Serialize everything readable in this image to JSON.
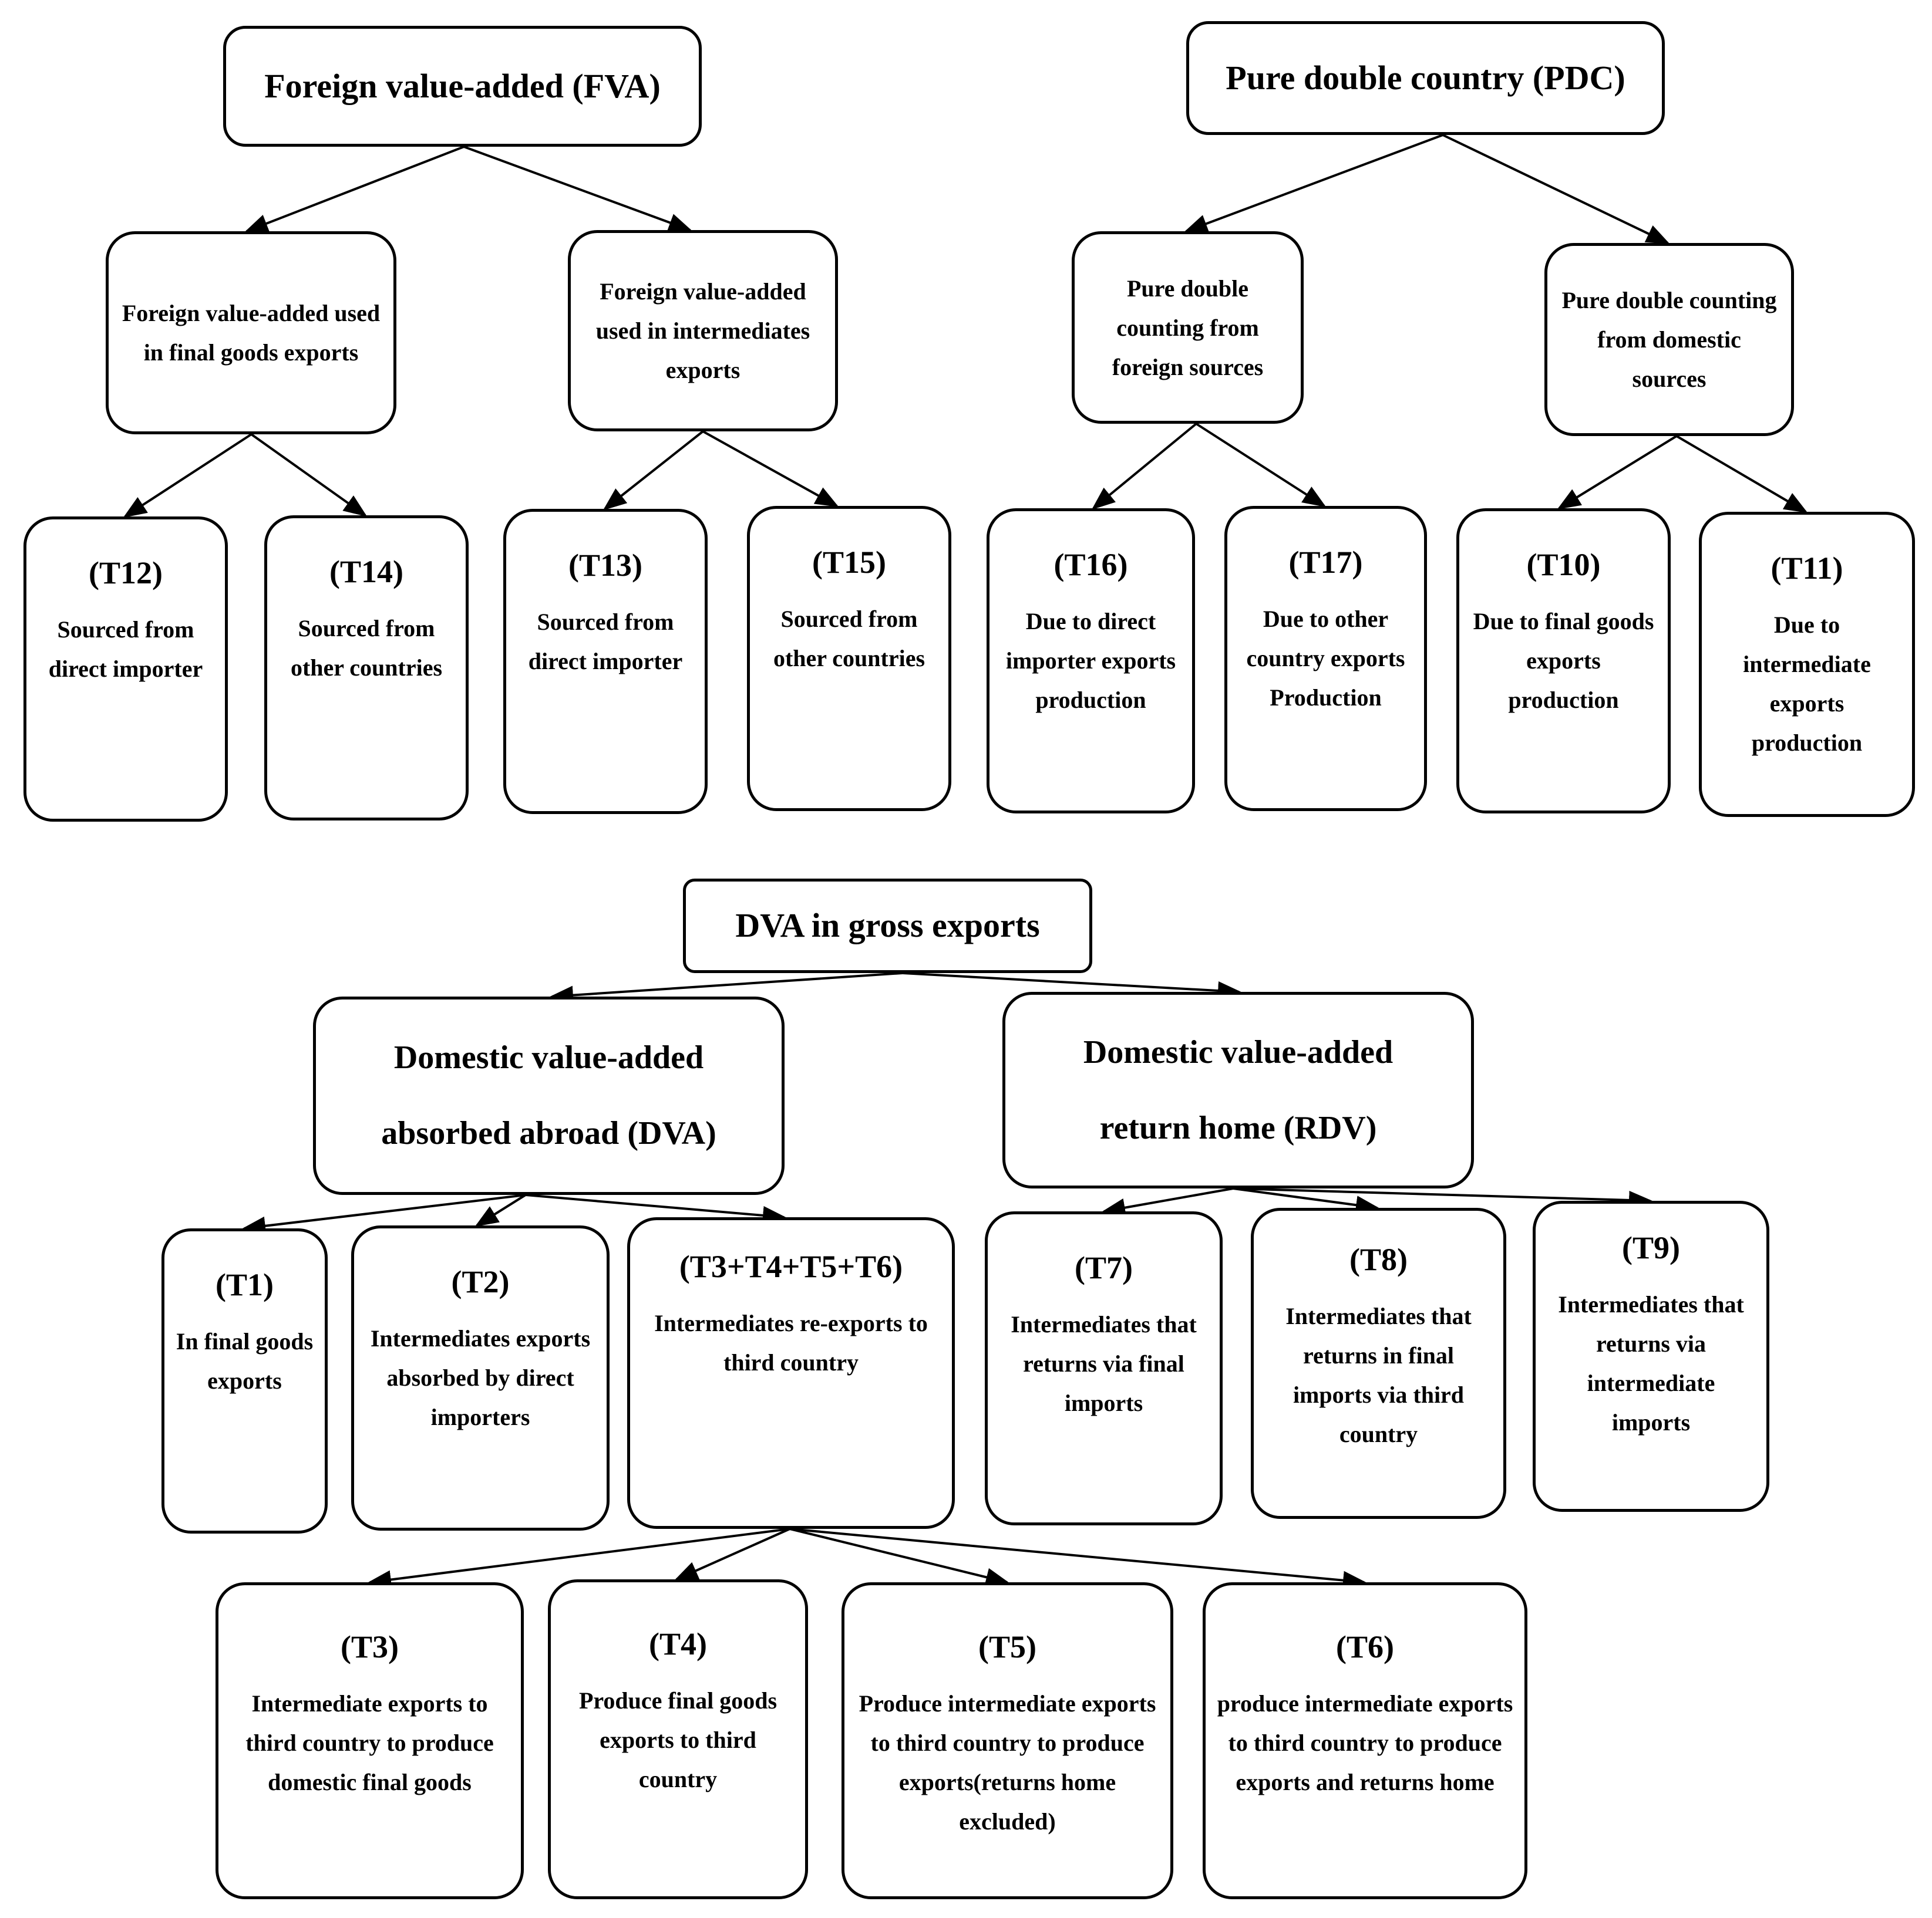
{
  "fva": {
    "root": "Foreign value-added (FVA)",
    "final": "Foreign value-added used in final goods exports",
    "inter": "Foreign value-added used in intermediates exports",
    "t12": {
      "code": "(T12)",
      "text": "Sourced from direct importer"
    },
    "t14": {
      "code": "(T14)",
      "text": "Sourced from other countries"
    },
    "t13": {
      "code": "(T13)",
      "text": "Sourced from direct importer"
    },
    "t15": {
      "code": "(T15)",
      "text": "Sourced from other countries"
    }
  },
  "pdc": {
    "root": "Pure double country (PDC)",
    "foreign": "Pure double counting from foreign sources",
    "domestic": "Pure double counting from domestic sources",
    "t16": {
      "code": "(T16)",
      "text": "Due to direct importer exports production"
    },
    "t17": {
      "code": "(T17)",
      "text": "Due to other country exports Production"
    },
    "t10": {
      "code": "(T10)",
      "text": "Due to final goods exports production"
    },
    "t11": {
      "code": "(T11)",
      "text": "Due to intermediate exports production"
    }
  },
  "dva": {
    "root": "DVA in gross exports",
    "absorbed": "Domestic value-added absorbed abroad (DVA)",
    "return": "Domestic value-added return home (RDV)",
    "t1": {
      "code": "(T1)",
      "text": "In final goods exports"
    },
    "t2": {
      "code": "(T2)",
      "text": "Intermediates exports absorbed by direct importers"
    },
    "t3456": {
      "code": "(T3+T4+T5+T6)",
      "text": "Intermediates re-exports to third country"
    },
    "t7": {
      "code": "(T7)",
      "text": "Intermediates that returns via final imports"
    },
    "t8": {
      "code": "(T8)",
      "text": "Intermediates that returns in final imports via third country"
    },
    "t9": {
      "code": "(T9)",
      "text": "Intermediates that returns via intermediate imports"
    },
    "t3": {
      "code": "(T3)",
      "text": "Intermediate exports to third country to produce domestic final goods"
    },
    "t4": {
      "code": "(T4)",
      "text": "Produce final goods exports to third country"
    },
    "t5": {
      "code": "(T5)",
      "text": "Produce intermediate exports to third country to produce exports(returns home excluded)"
    },
    "t6": {
      "code": "(T6)",
      "text": "produce intermediate exports to third country to produce exports and returns home"
    }
  }
}
